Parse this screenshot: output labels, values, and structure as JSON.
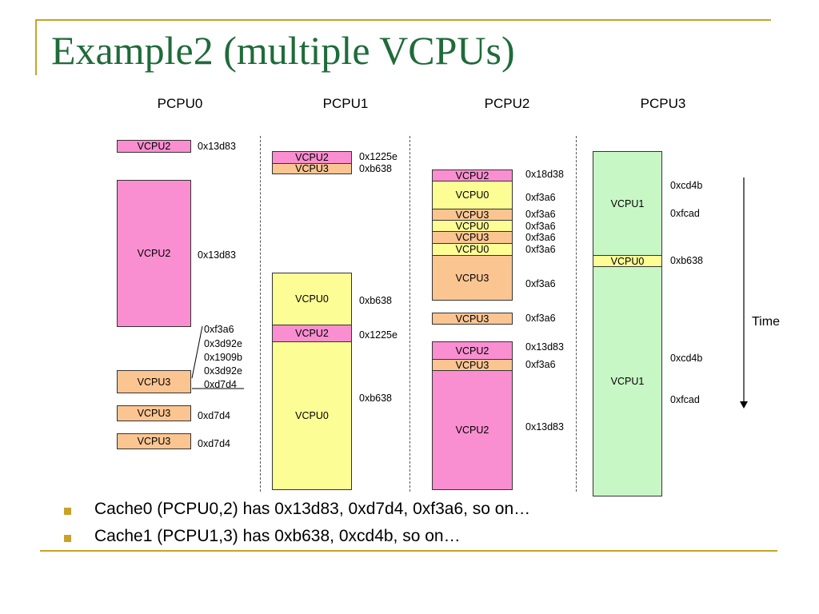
{
  "title": "Example2 (multiple VCPUs)",
  "columns": [
    "PCPU0",
    "PCPU1",
    "PCPU2",
    "PCPU3"
  ],
  "time_label": "Time",
  "colors": {
    "VCPU0": "#fdfd96",
    "VCPU1": "#c8f7c6",
    "VCPU2": "#f98fd0",
    "VCPU3": "#fbc592",
    "accent": "#c9a227",
    "title": "#1f6b3a"
  },
  "pcpu0": {
    "blocks": [
      "VCPU2",
      "VCPU2",
      "VCPU3",
      "VCPU3",
      "VCPU3"
    ],
    "addrs": [
      "0x13d83",
      "0x13d83",
      "0xf3a6",
      "0x3d92e",
      "0x1909b",
      "0x3d92e",
      "0xd7d4",
      "0xd7d4",
      "0xd7d4"
    ]
  },
  "pcpu1": {
    "blocks": [
      "VCPU2",
      "VCPU3",
      "VCPU0",
      "VCPU2",
      "VCPU0"
    ],
    "addrs": [
      "0x1225e",
      "0xb638",
      "0xb638",
      "0x1225e",
      "0xb638"
    ]
  },
  "pcpu2": {
    "blocks": [
      "VCPU2",
      "VCPU0",
      "VCPU3",
      "VCPU0",
      "VCPU3",
      "VCPU0",
      "VCPU3",
      "VCPU3",
      "VCPU2",
      "VCPU3",
      "VCPU2"
    ],
    "addrs": [
      "0x18d38",
      "0xf3a6",
      "0xf3a6",
      "0xf3a6",
      "0xf3a6",
      "0xf3a6",
      "0xf3a6",
      "0xf3a6",
      "0x13d83",
      "0xf3a6",
      "0x13d83"
    ]
  },
  "pcpu3": {
    "blocks": [
      "VCPU1",
      "VCPU0",
      "VCPU1"
    ],
    "addrs": [
      "0xcd4b",
      "0xfcad",
      "0xb638",
      "0xcd4b",
      "0xfcad"
    ]
  },
  "bullets": [
    "Cache0 (PCPU0,2) has 0x13d83, 0xd7d4, 0xf3a6, so on…",
    "Cache1 (PCPU1,3) has 0xb638, 0xcd4b, so on…"
  ]
}
